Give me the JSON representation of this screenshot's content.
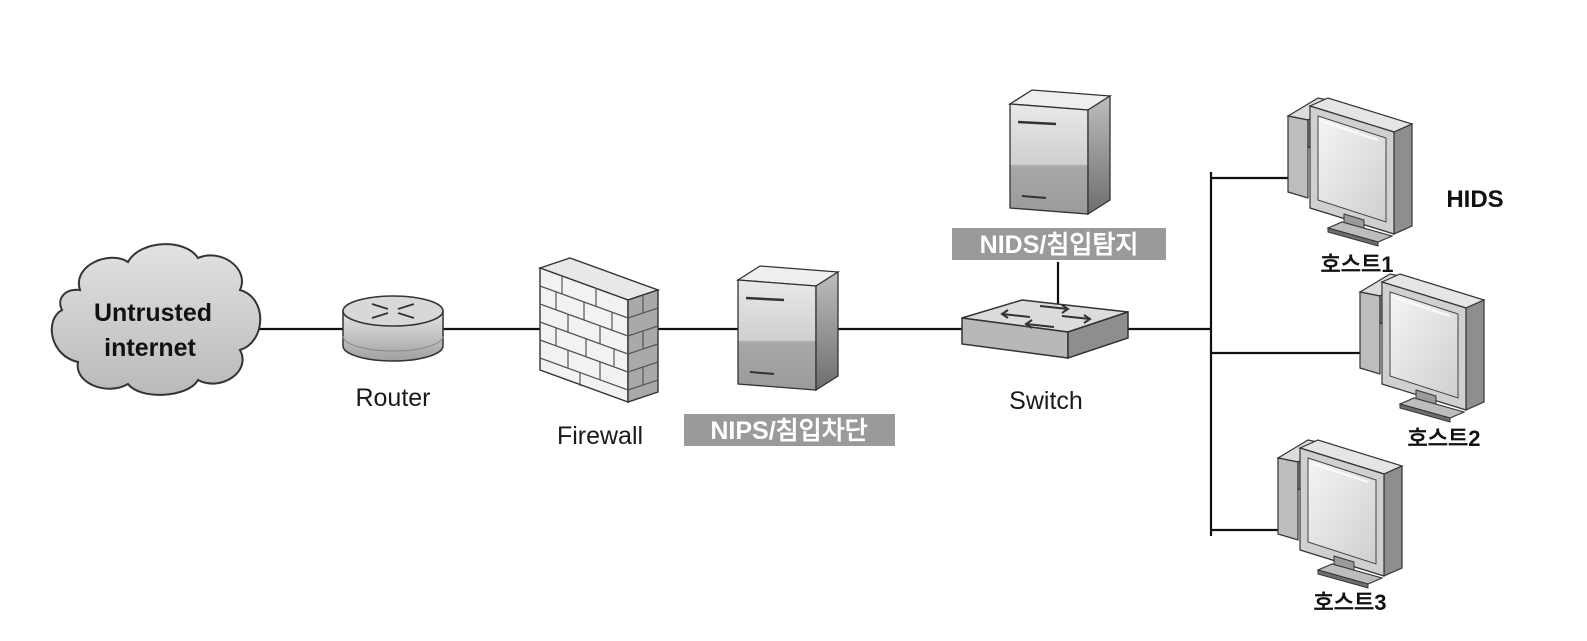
{
  "nodes": {
    "internet": {
      "line1": "Untrusted",
      "line2": "internet",
      "icon": "cloud-icon"
    },
    "router": {
      "label": "Router",
      "icon": "router-icon"
    },
    "firewall": {
      "label": "Firewall",
      "icon": "firewall-icon"
    },
    "nips": {
      "label": "NIPS/침입차단",
      "icon": "server-icon"
    },
    "nids": {
      "label": "NIDS/침입탐지",
      "icon": "server-icon"
    },
    "switch": {
      "label": "Switch",
      "icon": "switch-icon"
    },
    "hids_label": "HIDS",
    "hosts": [
      {
        "label": "호스트1",
        "icon": "computer-icon"
      },
      {
        "label": "호스트2",
        "icon": "computer-icon"
      },
      {
        "label": "호스트3",
        "icon": "computer-icon"
      }
    ]
  },
  "colors": {
    "line": "#111111",
    "label_bg": "#9a9a9a",
    "cloud_fill": "#c8c8c8",
    "device_light": "#d9d9d9",
    "device_dark": "#8c8c8c"
  }
}
